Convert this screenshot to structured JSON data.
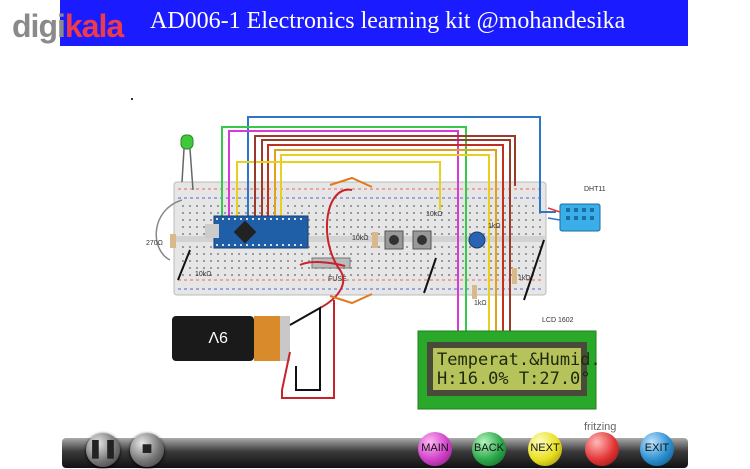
{
  "header": {
    "title": "AD006-1 Electronics learning kit @mohandesika"
  },
  "logo": {
    "part1": "digi",
    "part2": "kala"
  },
  "circuit": {
    "labels": {
      "dht": "DHT11",
      "lcd": "LCD 1602",
      "r270": "270Ω",
      "r10k_a": "10kΩ",
      "r10k_b": "10kΩ",
      "r10k_c": "10kΩ",
      "r1k_a": "1kΩ",
      "r1k_b": "1kΩ",
      "r1k_c": "1kΩ",
      "fuse": "FUSE",
      "battery": "9V"
    },
    "lcd_lines": [
      "Temperat.&Humid.",
      "H:16.0%  T:27.0°"
    ]
  },
  "footer": {
    "brand": "fritzing",
    "main": "MAIN",
    "back": "BACK",
    "next": "NEXT",
    "exit": "EXIT"
  },
  "colors": {
    "header": "#1b1bff",
    "main": "#d040c8",
    "back": "#2aa84a",
    "next": "#e8e020",
    "red": "#e33434",
    "exit": "#2a8fd0"
  }
}
